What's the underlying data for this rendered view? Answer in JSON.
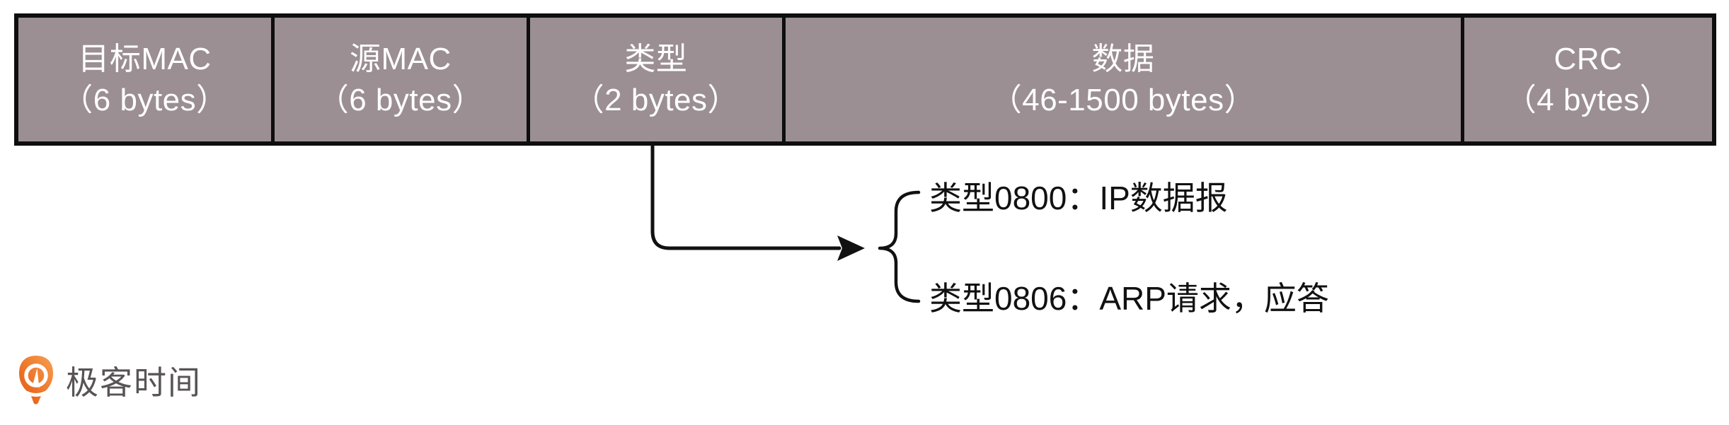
{
  "colors": {
    "cell_bg": "#9b8f93",
    "table_border": "#0e0e0e",
    "cell_text": "#ffffff",
    "line_color": "#111111",
    "annotation_text": "#111111",
    "logo_text_color": "#585456"
  },
  "frame": {
    "fields": [
      {
        "name": "目标MAC",
        "size": "（6 bytes）"
      },
      {
        "name": "源MAC",
        "size": "（6 bytes）"
      },
      {
        "name": "类型",
        "size": "（2 bytes）"
      },
      {
        "name": "数据",
        "size": "（46-1500 bytes）"
      },
      {
        "name": "CRC",
        "size": "（4 bytes）"
      }
    ]
  },
  "type_branch": {
    "items": [
      {
        "text": "类型0800：IP数据报"
      },
      {
        "text": "类型0806：ARP请求，应答"
      }
    ]
  },
  "logo": {
    "text": "极客时间"
  }
}
